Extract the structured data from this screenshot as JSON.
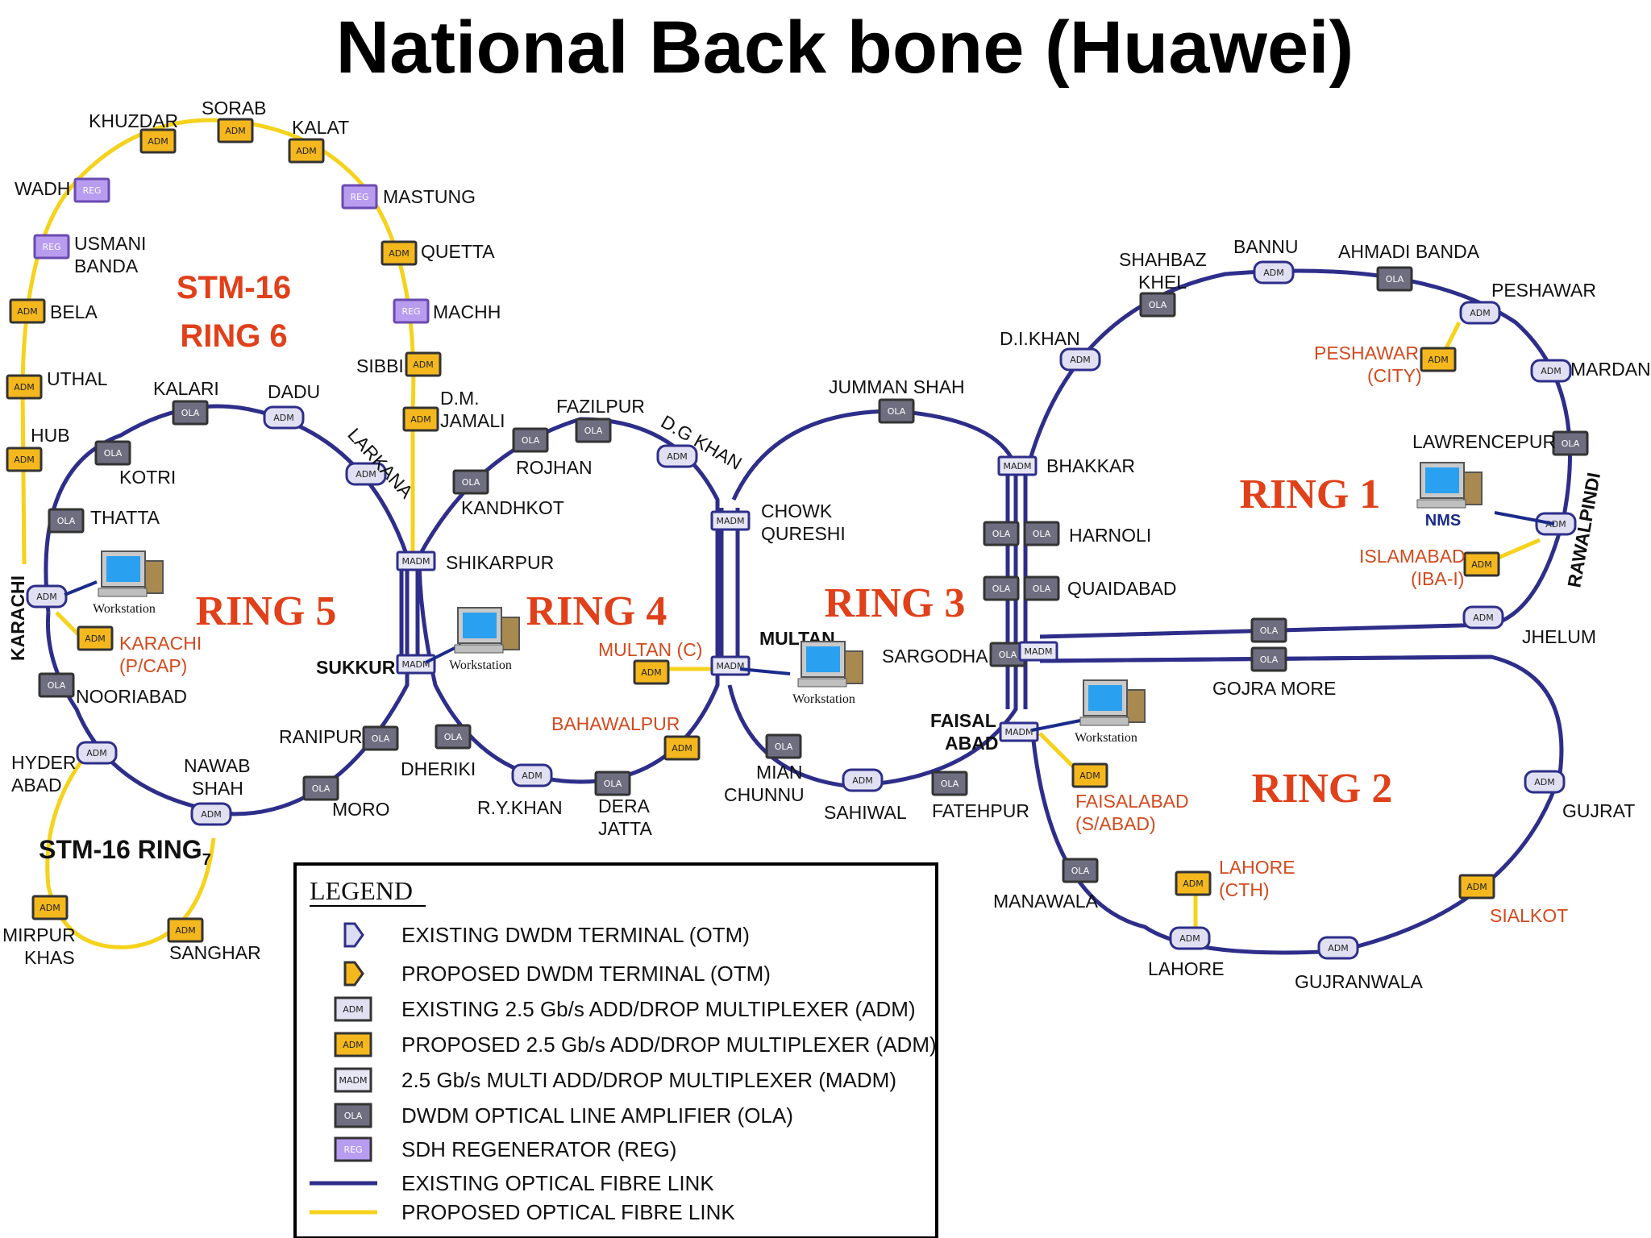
{
  "title": "National Back bone  (Huawei)",
  "rings": {
    "r1": "RING 1",
    "r2": "RING 2",
    "r3": "RING 3",
    "r4": "RING 4",
    "r5": "RING 5",
    "stm6_a": "STM-16",
    "stm6_b": "RING 6",
    "stm7": "STM-16 RING",
    "stm7_sub": "7"
  },
  "nodes": {
    "khuzdar": "KHUZDAR",
    "sorab": "SORAB",
    "kalat": "KALAT",
    "wadh": "WADH",
    "mastung": "MASTUNG",
    "usmani": "USMANI",
    "banda": "BANDA",
    "quetta": "QUETTA",
    "bela": "BELA",
    "machh": "MACHH",
    "sibbi": "SIBBI",
    "uthal": "UTHAL",
    "kalari": "KALARI",
    "dadu": "DADU",
    "dm": "D.M.",
    "jamali": "JAMALI",
    "hub": "HUB",
    "kotri": "KOTRI",
    "larkana": "LARKANA",
    "thatta": "THATTA",
    "shikarpur": "SHIKARPUR",
    "karachi": "KARACHI",
    "karachi_pcap_a": "KARACHI",
    "karachi_pcap_b": "(P/CAP)",
    "noorabad": "NOORIABAD",
    "sukkur": "SUKKUR",
    "hyder_a": "HYDER",
    "hyder_b": "ABAD",
    "nawab_a": "NAWAB",
    "nawab_b": "SHAH",
    "ranipur": "RANIPUR",
    "moro": "MORO",
    "dheriki": "DHERIKI",
    "mirpur_a": "MIRPUR",
    "mirpur_b": "KHAS",
    "sanghar": "SANGHAR",
    "fazilpur": "FAZILPUR",
    "rojhan": "ROJHAN",
    "dgkhan": "D.G KHAN",
    "kandhkot": "KANDHKOT",
    "chowk_a": "CHOWK",
    "chowk_b": "QURESHI",
    "multan_c": "MULTAN (C)",
    "multan": "MULTAN",
    "bahawalpur": "BAHAWALPUR",
    "rykhan": "R.Y.KHAN",
    "dera_a": "DERA",
    "dera_b": "JATTA",
    "mian_a": "MIAN",
    "mian_b": "CHUNNU",
    "sahiwal": "SAHIWAL",
    "jumman": "JUMMAN SHAH",
    "sargodha": "SARGODHA",
    "faisal_a": "FAISAL",
    "faisal_b": "ABAD",
    "fatehpur": "FATEHPUR",
    "faisalabad_a": "FAISALABAD",
    "faisalabad_b": "(S/ABAD)",
    "bhakkar": "BHAKKAR",
    "harnoli": "HARNOLI",
    "quaidabad": "QUAIDABAD",
    "dikhan": "D.I.KHAN",
    "shahbaz_a": "SHAHBAZ",
    "shahbaz_b": "KHEL",
    "bannu": "BANNU",
    "ahmadi": "AHMADI BANDA",
    "peshawar": "PESHAWAR",
    "peshawar_city_a": "PESHAWAR",
    "peshawar_city_b": "(CITY)",
    "mardan": "MARDAN",
    "lawrencepur": "LAWRENCEPUR",
    "rawalpindi": "RAWALPINDI",
    "islamabad_a": "ISLAMABAD",
    "islamabad_b": "(IBA-I)",
    "jhelum": "JHELUM",
    "gojra": "GOJRA MORE",
    "gujrat": "GUJRAT",
    "manawala": "MANAWALA",
    "lahore_cth_a": "LAHORE",
    "lahore_cth_b": "(CTH)",
    "sialkot": "SIALKOT",
    "lahore": "LAHORE",
    "gujranwala": "GUJRANWALA"
  },
  "workstation_label": "Workstation",
  "nms_label": "NMS",
  "box_labels": {
    "adm": "ADM",
    "ola": "OLA",
    "reg": "REG",
    "madm": "MADM"
  },
  "legend": {
    "title": "LEGEND",
    "items": [
      "EXISTING DWDM TERMINAL (OTM)",
      "PROPOSED DWDM TERMINAL (OTM)",
      "EXISTING 2.5 Gb/s ADD/DROP MULTIPLEXER (ADM)",
      "PROPOSED 2.5 Gb/s ADD/DROP MULTIPLEXER (ADM)",
      "2.5 Gb/s MULTI ADD/DROP MULTIPLEXER (MADM)",
      "DWDM OPTICAL LINE AMPLIFIER (OLA)",
      "SDH REGENERATOR (REG)",
      "EXISTING OPTICAL FIBRE LINK",
      "PROPOSED OPTICAL FIBRE LINK"
    ]
  },
  "colors": {
    "existing_link": "#2e2e8a",
    "proposed_link": "#f5d21c",
    "ring_label": "#e0401a",
    "proposed_node": "#d24a1e"
  }
}
